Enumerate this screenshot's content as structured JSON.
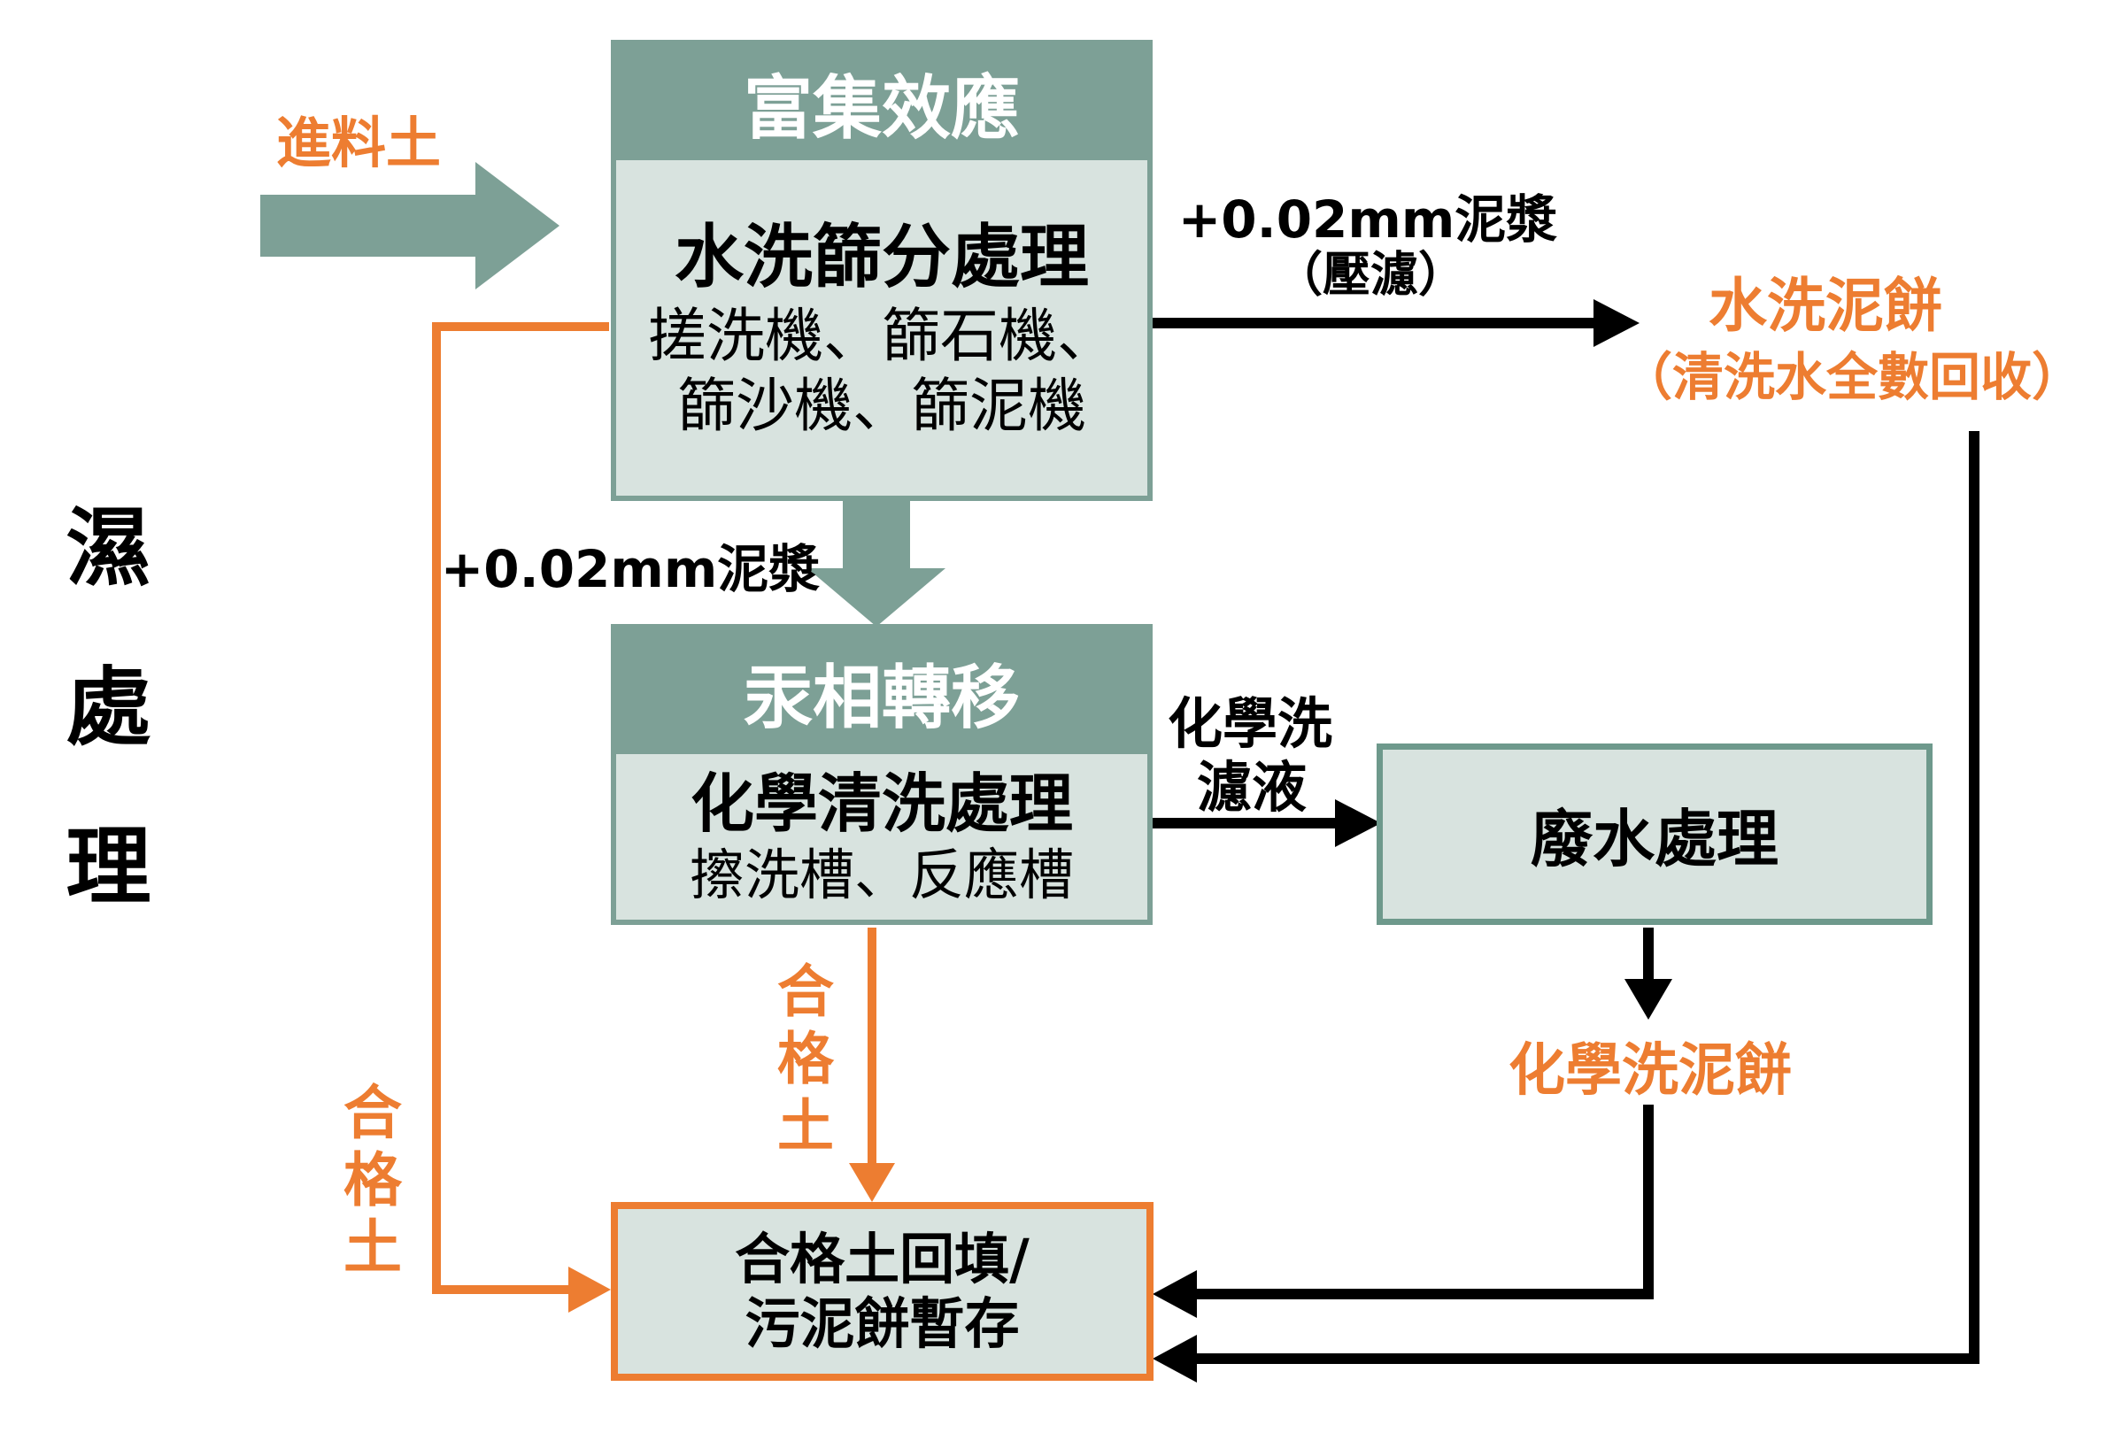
{
  "page": {
    "side_title": "濕處理",
    "background": "#ffffff"
  },
  "colors": {
    "teal": "#7da096",
    "teal_dark_border": "#6e998c",
    "light_fill": "#d8e3df",
    "orange": "#ed7d31",
    "black": "#000000",
    "white": "#ffffff"
  },
  "boxes": {
    "enrichment": {
      "header": "富集效應",
      "title": "水洗篩分處理",
      "line1": "搓洗機、篩石機、",
      "line2": "篩沙機、篩泥機"
    },
    "mercury_transfer": {
      "header": "汞相轉移",
      "title": "化學清洗處理",
      "line1": "擦洗槽、反應槽"
    },
    "wastewater": {
      "label": "廢水處理"
    },
    "backfill": {
      "line1": "合格土回填/",
      "line2": "污泥餅暫存"
    }
  },
  "labels": {
    "feed_soil": "進料土",
    "slurry_right_line1": "+0.02mm泥漿",
    "slurry_right_line2": "（壓濾）",
    "washed_cake": "水洗泥餅",
    "washed_cake_note": "（清洗水全數回收）",
    "slurry_down": "+0.02mm泥漿",
    "chem_filtrate_line1": "化學洗",
    "chem_filtrate_line2": "濾液",
    "chem_cake": "化學洗泥餅",
    "qualified_soil_left": "合格土",
    "qualified_soil_mid": "合格土"
  },
  "arrows": [
    {
      "name": "feed-arrow",
      "from": "feed-soil",
      "to": "enrichment-box",
      "color": "#7da096"
    },
    {
      "name": "sieve-down-arrow",
      "from": "enrichment-box",
      "to": "mercury-transfer-box",
      "color": "#7da096"
    },
    {
      "name": "press-filter-arrow",
      "from": "enrichment-box",
      "to": "washed-cake",
      "color": "#000000"
    },
    {
      "name": "chem-filtrate-arrow",
      "from": "mercury-transfer-box",
      "to": "wastewater-box",
      "color": "#000000"
    },
    {
      "name": "wastewater-down-arrow",
      "from": "wastewater-box",
      "to": "chem-cake",
      "color": "#000000"
    },
    {
      "name": "chem-cake-elbow-arrow",
      "from": "chem-cake",
      "to": "backfill-box",
      "color": "#000000"
    },
    {
      "name": "washed-cake-elbow-arrow",
      "from": "washed-cake",
      "to": "backfill-box",
      "color": "#000000"
    },
    {
      "name": "qualified-left-elbow-arrow",
      "from": "enrichment-box",
      "to": "backfill-box",
      "color": "#ed7d31"
    },
    {
      "name": "qualified-mid-down-arrow",
      "from": "mercury-transfer-box",
      "to": "backfill-box",
      "color": "#ed7d31"
    }
  ]
}
